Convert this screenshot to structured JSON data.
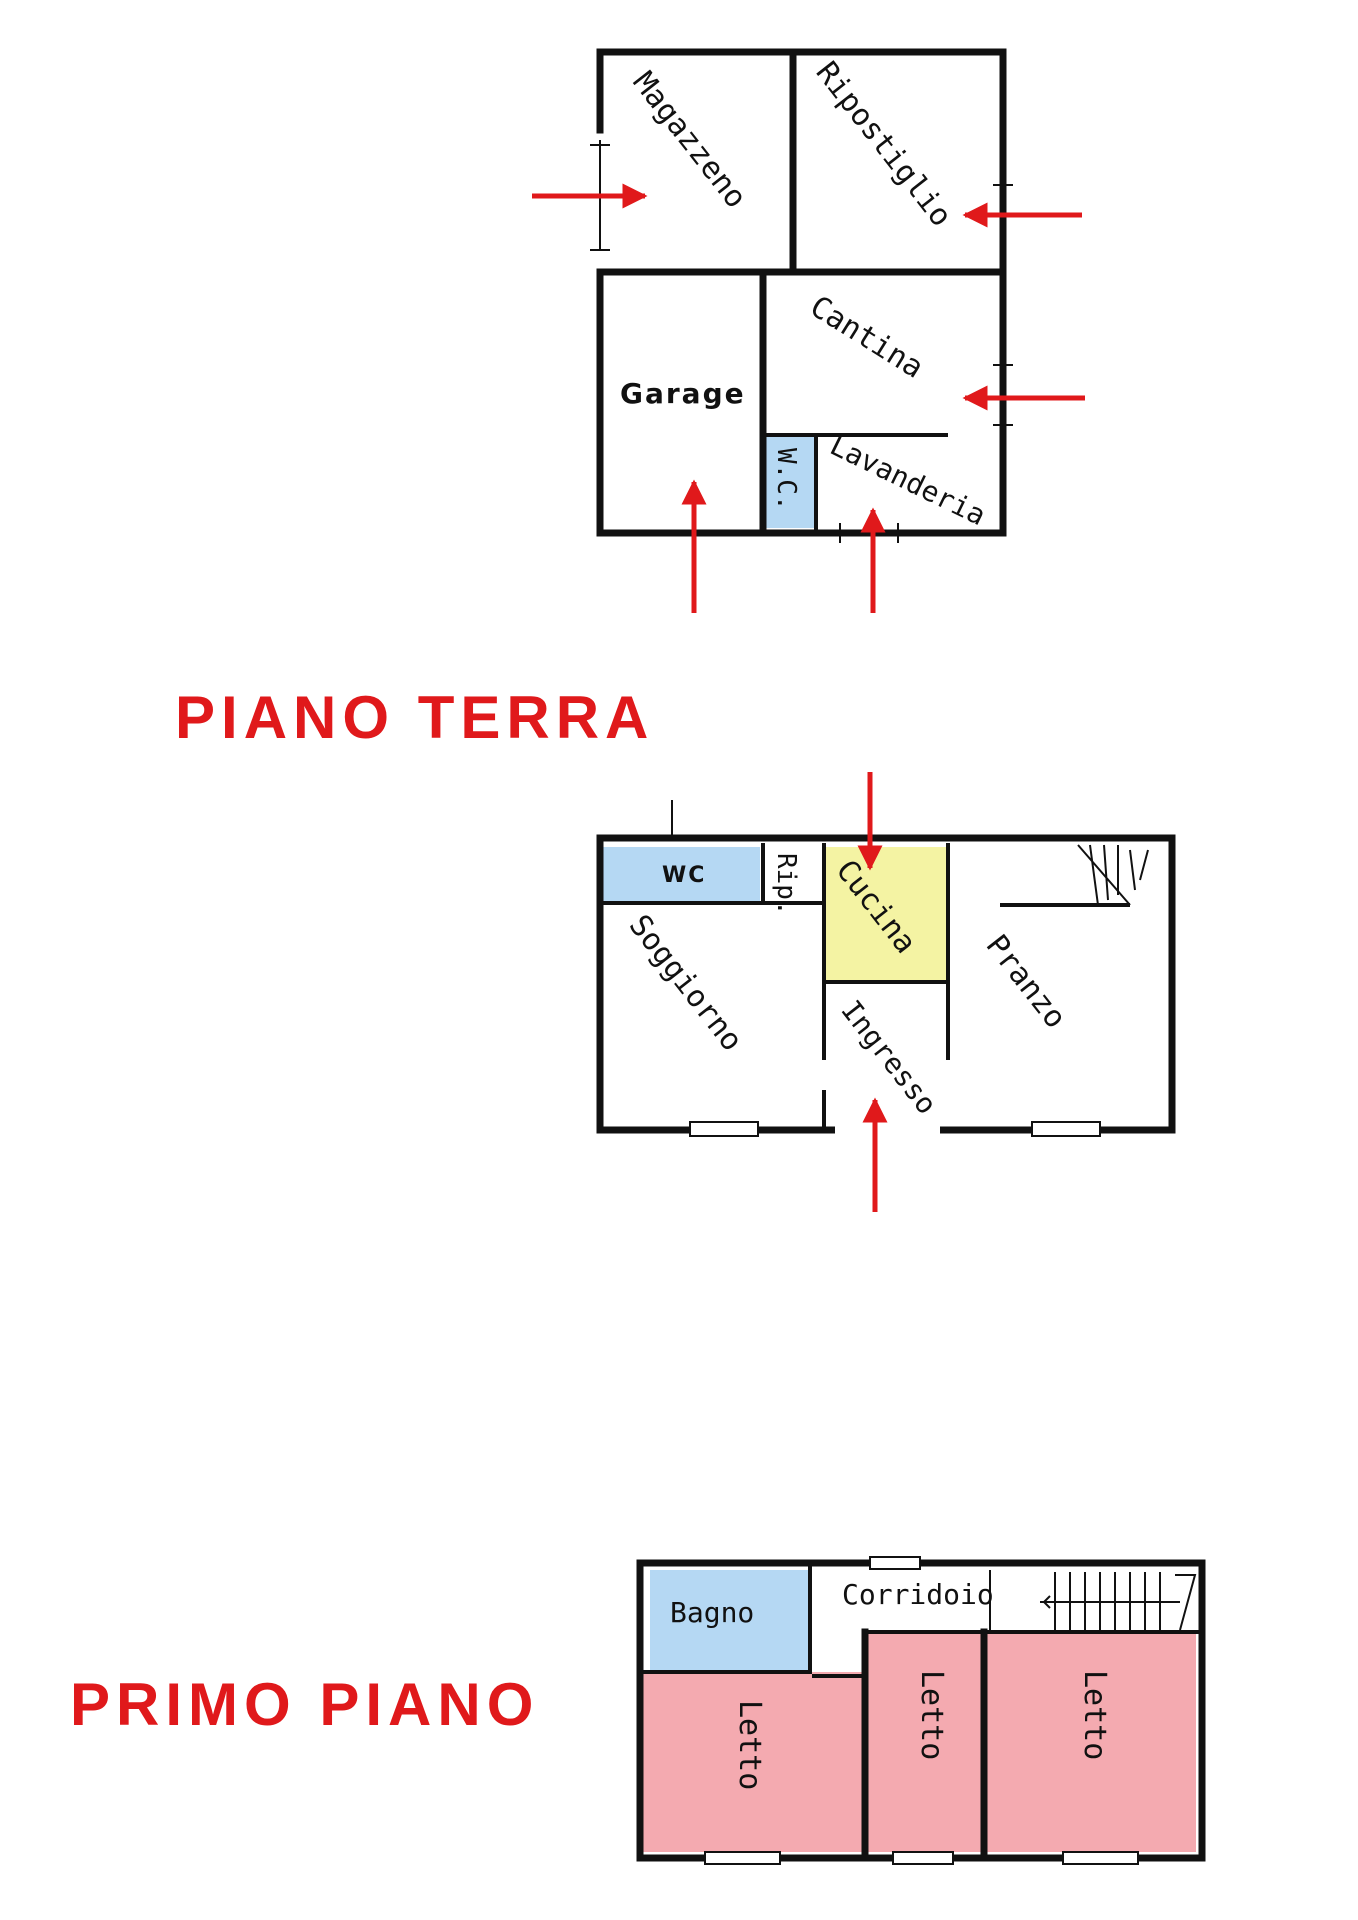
{
  "colors": {
    "accent": "#e0191b",
    "blue_room": "#b5d8f3",
    "yellow_room": "#f4f3a3",
    "pink_room": "#f4aab0",
    "wall": "#111111"
  },
  "ground_floor_title": "PIANO TERRA",
  "first_floor_title": "PRIMO PIANO",
  "rooms": {
    "magazzeno": "Magazzeno",
    "ripostiglio": "Ripostiglio",
    "cantina": "Cantina",
    "garage": "Garage",
    "wc_small": "W.C.",
    "lavanderia": "Lavanderia",
    "wc": "WC",
    "rip": "Rip.",
    "cucina": "Cucina",
    "soggiorno": "Soggiorno",
    "ingresso": "Ingresso",
    "pranzo": "Pranzo",
    "bagno": "Bagno",
    "corridoio": "Corridoio",
    "letto_1": "Letto",
    "letto_2": "Letto",
    "letto_3": "Letto"
  }
}
